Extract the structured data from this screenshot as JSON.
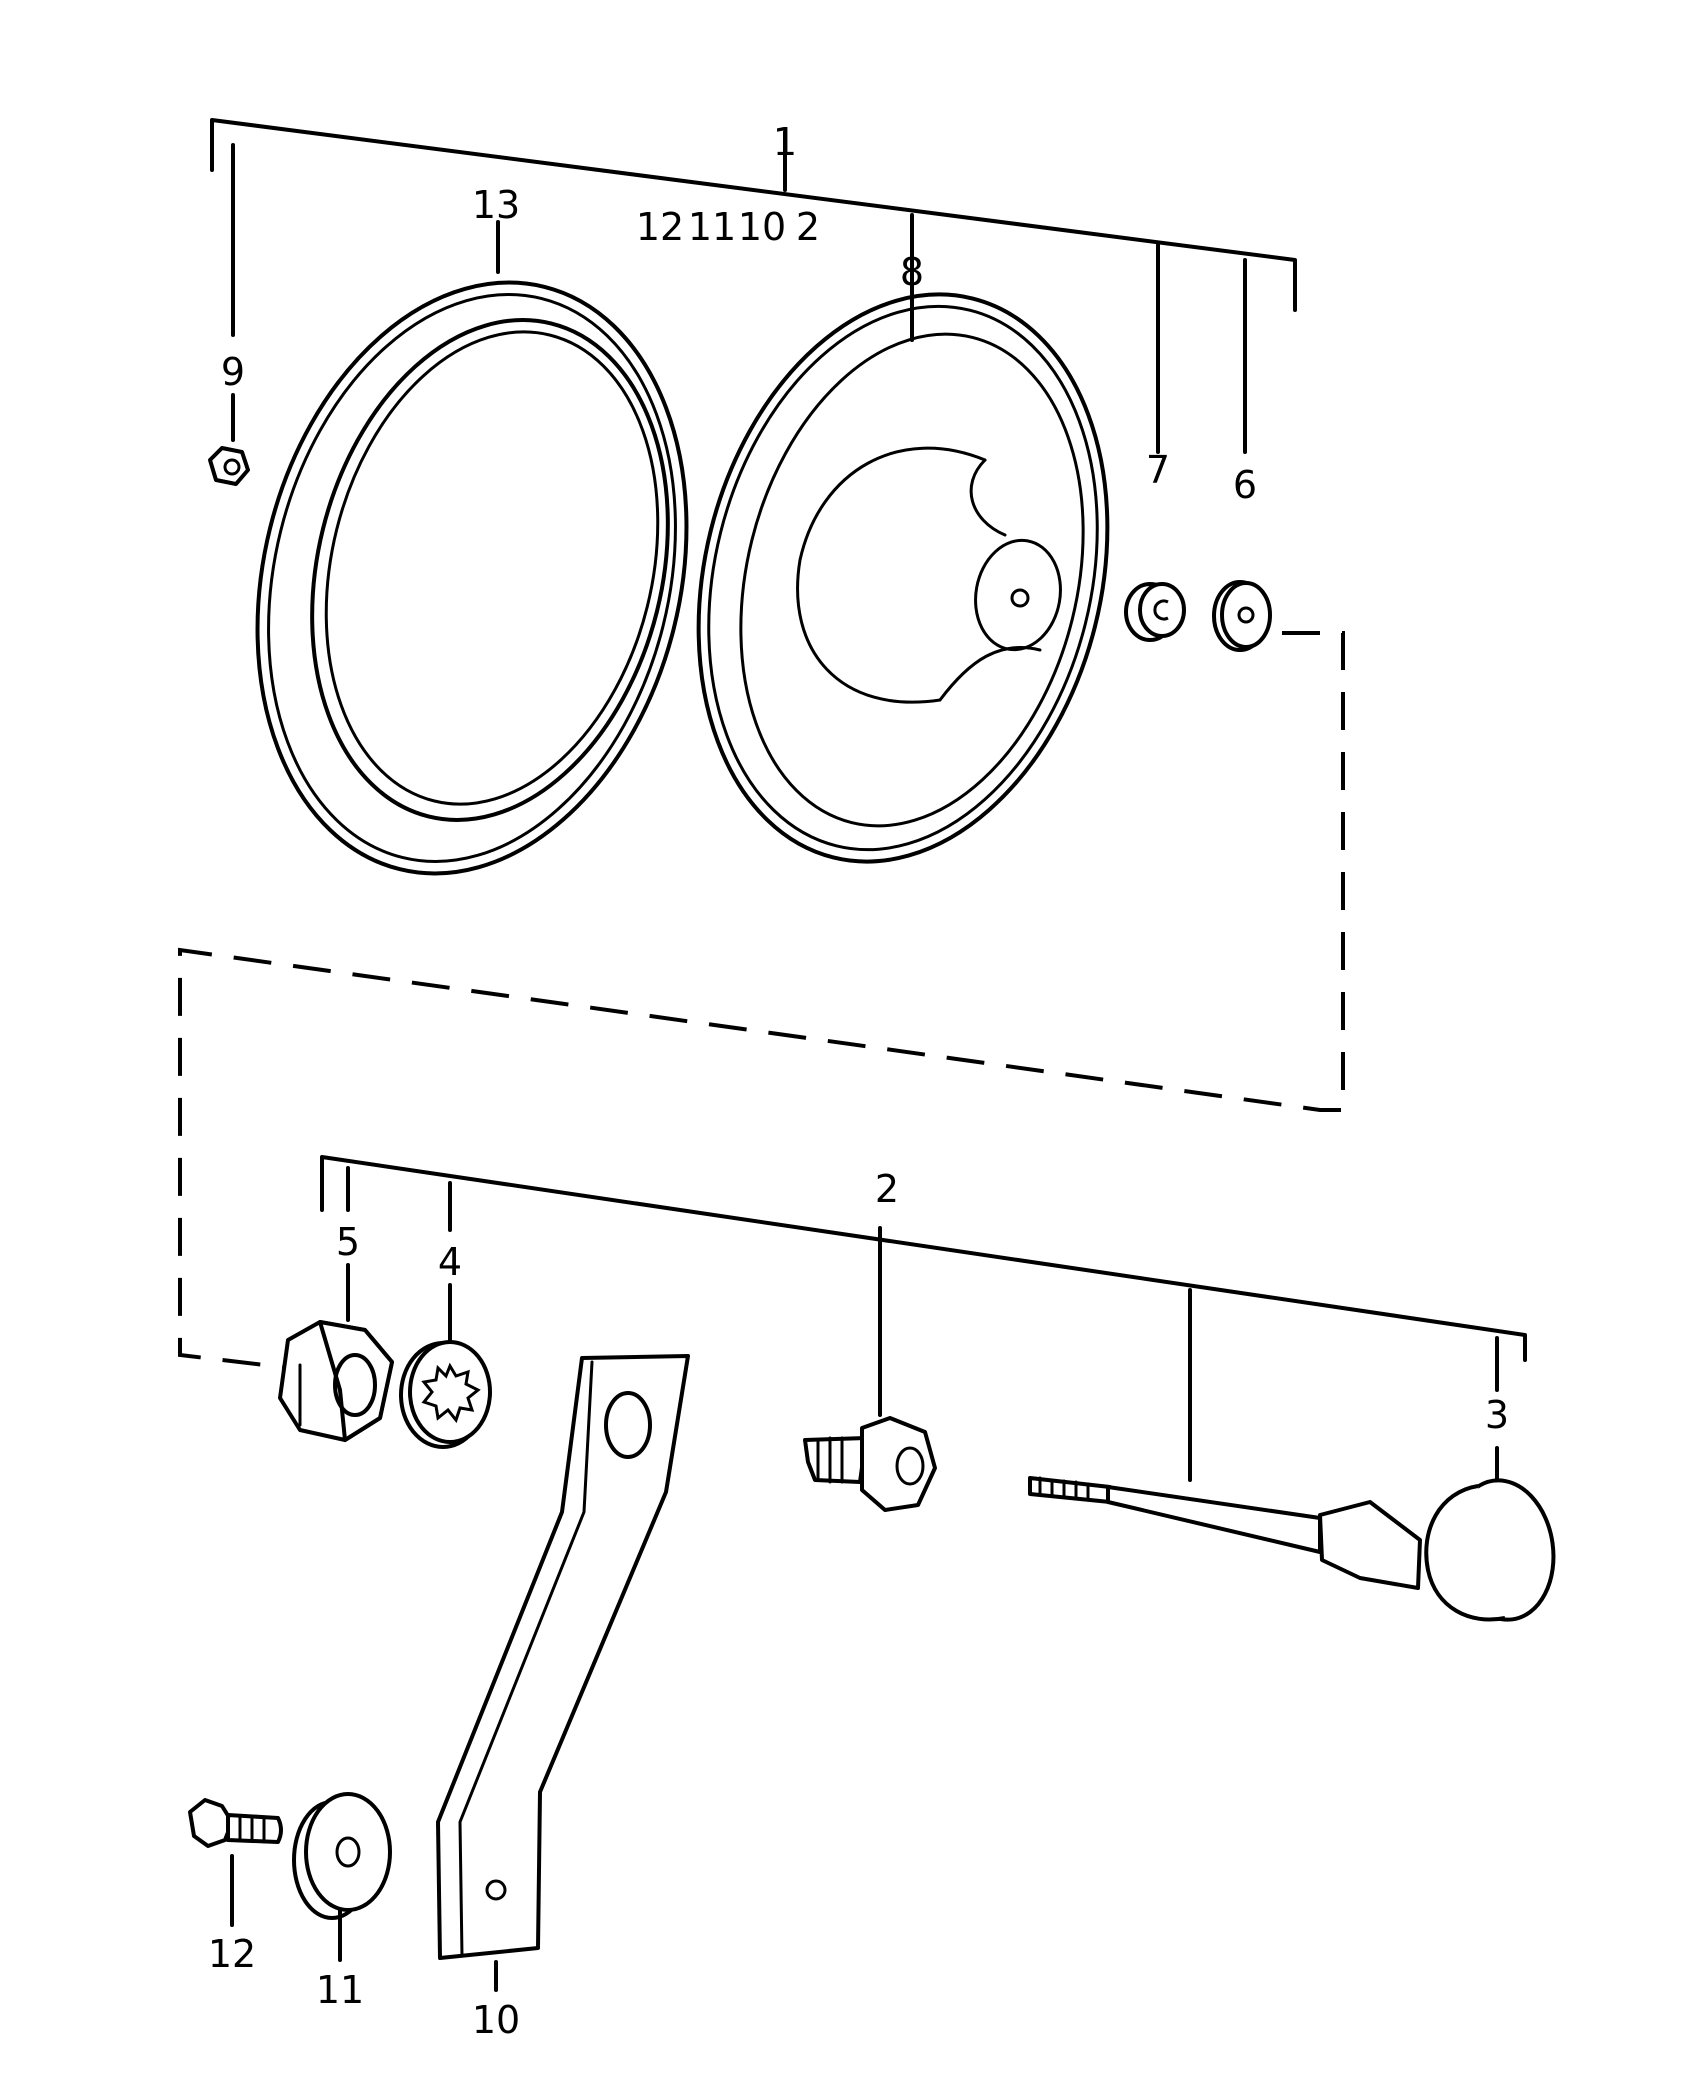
{
  "diagram": {
    "callouts": {
      "c1": "1",
      "c2": "2",
      "c3": "3",
      "c4": "4",
      "c5": "5",
      "c6": "6",
      "c7": "7",
      "c8": "8",
      "c9": "9",
      "c10": "10",
      "c11": "11",
      "c12": "12",
      "c13": "13"
    },
    "group1_subitems": [
      "12",
      "11",
      "10",
      "2"
    ]
  }
}
